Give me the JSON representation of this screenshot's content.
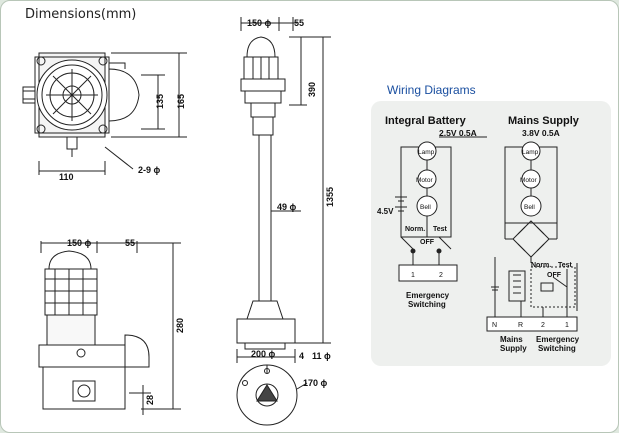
{
  "title": "Dimensions(mm)",
  "wiring_title": "Wiring Diagrams",
  "dims": {
    "w110": "110",
    "d135": "135",
    "d165": "165",
    "d29": "2-9 ϕ",
    "front150": "150 ϕ",
    "front55": "55",
    "d280": "280",
    "d28": "28",
    "side150": "150 ϕ",
    "side55": "55",
    "d390": "390",
    "d1355": "1355",
    "d49": "49 ϕ",
    "d200": "200 ϕ",
    "d4": "4",
    "d11": "11 ϕ",
    "d170": "170 ϕ"
  },
  "integral": {
    "heading": "Integral   Battery",
    "rating": "2.5V  0.5A",
    "lamp": "Lamp",
    "motor": "Motor",
    "bell": "Bell",
    "battery": "4.5V",
    "norm": "Norm.",
    "test": "Test",
    "off": "OFF",
    "t1": "1",
    "t2": "2",
    "caption_line1": "Emergency",
    "caption_line2": "Switching"
  },
  "mains": {
    "heading": "Mains   Supply",
    "rating": "3.8V  0.5A",
    "lamp": "Lamp",
    "motor": "Motor",
    "bell": "Bell",
    "norm": "Norm.",
    "test": "Test",
    "off": "OFF",
    "tN": "N",
    "tR": "R",
    "t2": "2",
    "t1": "1",
    "caption_left_line1": "Mains",
    "caption_left_line2": "Supply",
    "caption_right_line1": "Emergency",
    "caption_right_line2": "Switching"
  }
}
